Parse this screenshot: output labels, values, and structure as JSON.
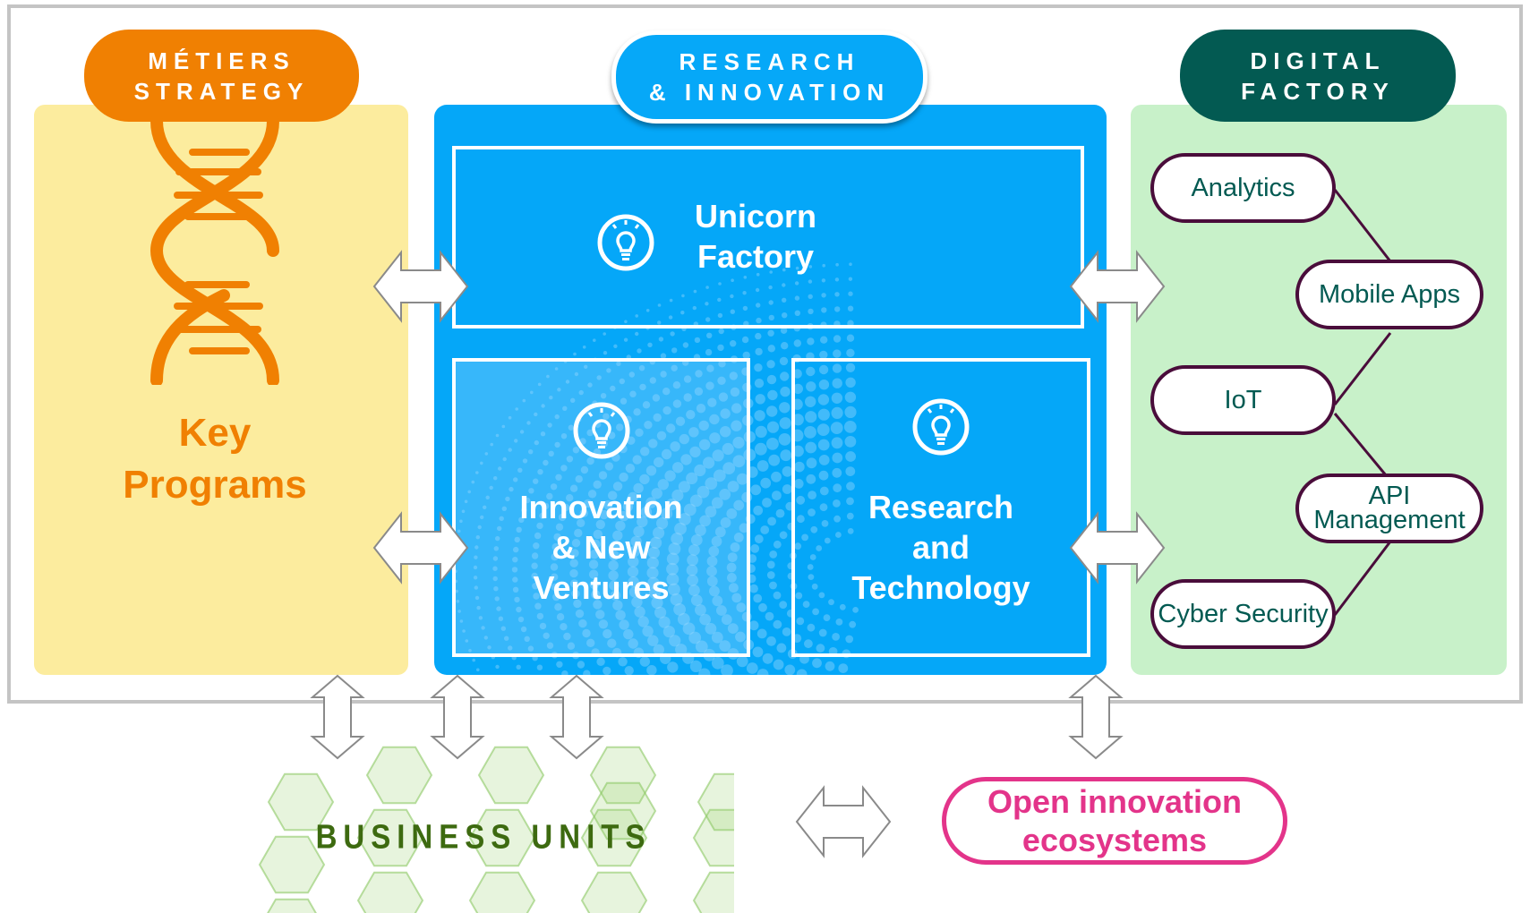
{
  "colors": {
    "metiers_orange": "#f08002",
    "research_blue": "#05a7f8",
    "digital_green": "#035a52",
    "digital_panel": "#c8f1c9",
    "metiers_panel": "#fcec9e",
    "tech_border": "#4a0d3b",
    "open_pink": "#e3348a",
    "business_green": "#3d6a10"
  },
  "metiers": {
    "header_line1": "MÉTIERS",
    "header_line2": "STRATEGY",
    "title_line1": "Key",
    "title_line2": "Programs",
    "icon": "dna-icon"
  },
  "research": {
    "header_line1": "RESEARCH",
    "header_line2": "& INNOVATION",
    "unicorn_line1": "Unicorn",
    "unicorn_line2": "Factory",
    "innov_line1": "Innovation",
    "innov_line2": "& New",
    "innov_line3": "Ventures",
    "rt_line1": "Research",
    "rt_line2": "and",
    "rt_line3": "Technology",
    "icon": "lightbulb-icon"
  },
  "digital": {
    "header_line1": "DIGITAL",
    "header_line2": "FACTORY",
    "items": [
      {
        "label": "Analytics"
      },
      {
        "label": "Mobile Apps"
      },
      {
        "label": "IoT"
      },
      {
        "label_line1": "API",
        "label_line2": "Management"
      },
      {
        "label": "Cyber Security"
      }
    ]
  },
  "business_units": {
    "label": "BUSINESS UNITS",
    "icon": "hexagon-grid-icon"
  },
  "open_innovation": {
    "line1": "Open innovation",
    "line2": "ecosystems"
  },
  "connectors": {
    "icon": "double-arrow-icon"
  }
}
